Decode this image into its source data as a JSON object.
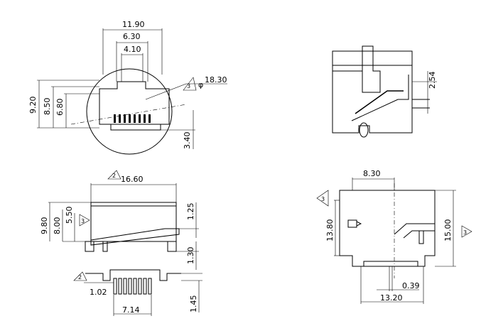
{
  "front_view": {
    "dim_width_overall": "11.90",
    "dim_width_mid": "6.30",
    "dim_width_inner": "4.10",
    "dim_height_overall": "9.20",
    "dim_height_mid": "8.50",
    "dim_height_inner": "6.80",
    "dim_bottom": "3.40",
    "diameter_note_number": "3",
    "diameter_symbol": "φ",
    "dim_diameter": "18.30"
  },
  "side_view": {
    "dim_pin_pitch": "2.54"
  },
  "bottom_left_view": {
    "length_note_number": "2",
    "dim_length": "16.60",
    "dim_height_overall": "9.80",
    "dim_height_mid": "8.00",
    "dim_height_inner": "5.50",
    "inner_note_number": "3",
    "dim_top_right": "1.25",
    "dim_mid_right": "1.30",
    "dim_pin_right": "1.45",
    "pin_note_number": "2",
    "dim_pin_offset": "1.02",
    "dim_pin_span": "7.14"
  },
  "bottom_right_view": {
    "dim_top_width": "8.30",
    "height_left_note_number": "3",
    "dim_height_left": "13.80",
    "dim_height_right": "15.00",
    "height_right_note_number": "3",
    "dim_pin_width": "0.39",
    "dim_bottom_width": "13.20"
  }
}
